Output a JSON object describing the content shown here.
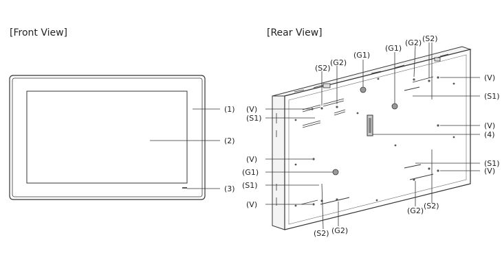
{
  "headings": {
    "front": "[Front View]",
    "rear": "[Rear View]"
  },
  "front_callouts": [
    "(1)",
    "(2)",
    "(3)"
  ],
  "rear_callouts": {
    "g1_top_a": "(G1)",
    "g1_top_b": "(G1)",
    "g2_top_a": "(G2)",
    "s2_top_a": "(S2)",
    "g2_top_b": "(G2)",
    "s2_top_b": "(S2)",
    "v_right_1": "(V)",
    "s1_right_1": "(S1)",
    "v_right_2": "(V)",
    "four": "(4)",
    "s1_right_2": "(S1)",
    "v_right_3": "(V)",
    "s2_bottom_right": "(S2)",
    "g2_bottom_right": "(G2)",
    "v_left_1": "(V)",
    "s1_left_1": "(S1)",
    "v_left_2": "(V)",
    "g1_left": "(G1)",
    "s1_left_2": "(S1)",
    "v_left_3": "(V)",
    "s2_bottom_left": "(S2)",
    "g2_bottom_left": "(G2)"
  }
}
